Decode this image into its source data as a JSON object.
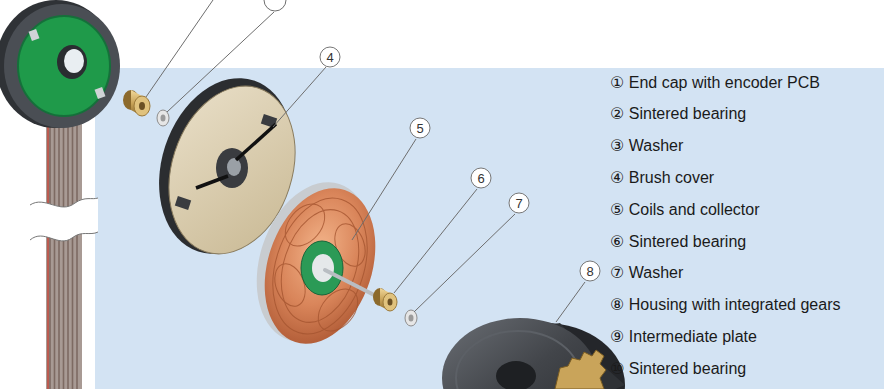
{
  "diagram": {
    "nodes": [
      {
        "text": [
          "4"
        ]
      },
      {
        "text": [
          "5"
        ]
      },
      {
        "text": [
          "6"
        ]
      },
      {
        "text": [
          "7"
        ]
      },
      {
        "text": [
          "8"
        ]
      }
    ],
    "labels": [
      "① End cap with encoder PCB",
      "② Sintered bearing",
      "③ Washer",
      "④ Brush cover",
      "⑤ Coils and collector",
      "⑥ Sintered bearing",
      "⑦ Washer",
      "⑧ Housing with integrated gears",
      "⑨ Intermediate plate",
      "⑩ Sintered bearing"
    ]
  }
}
